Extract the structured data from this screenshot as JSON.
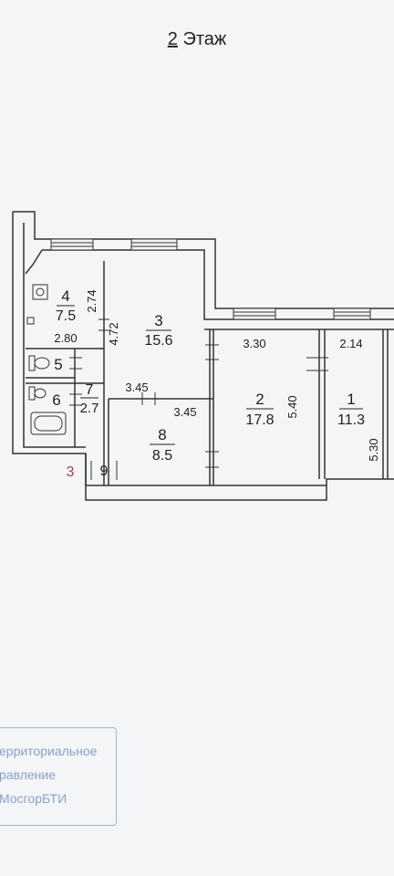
{
  "title": {
    "floor_number": "2",
    "floor_word": "Этаж"
  },
  "rooms": [
    {
      "id": "4",
      "area": "7.5"
    },
    {
      "id": "3",
      "area": "15.6"
    },
    {
      "id": "2",
      "area": "17.8"
    },
    {
      "id": "1",
      "area": "11.3"
    },
    {
      "id": "5",
      "area": ""
    },
    {
      "id": "6",
      "area": ""
    },
    {
      "id": "7",
      "area": "2.7"
    },
    {
      "id": "8",
      "area": "8.5"
    },
    {
      "id": "9",
      "area": ""
    }
  ],
  "dimensions": [
    "2.74",
    "2.80",
    "4.72",
    "3.30",
    "2.14",
    "3.45",
    "3.45",
    "5.40",
    "5.30"
  ],
  "marker": {
    "text": "3",
    "color": "#b04040"
  },
  "stamp": {
    "lines": [
      "ерриториальное",
      "равление",
      "МосгорБТИ"
    ],
    "color": "#8aa0cc"
  },
  "colors": {
    "wall": "#333333",
    "background": "#f4f5f7"
  }
}
